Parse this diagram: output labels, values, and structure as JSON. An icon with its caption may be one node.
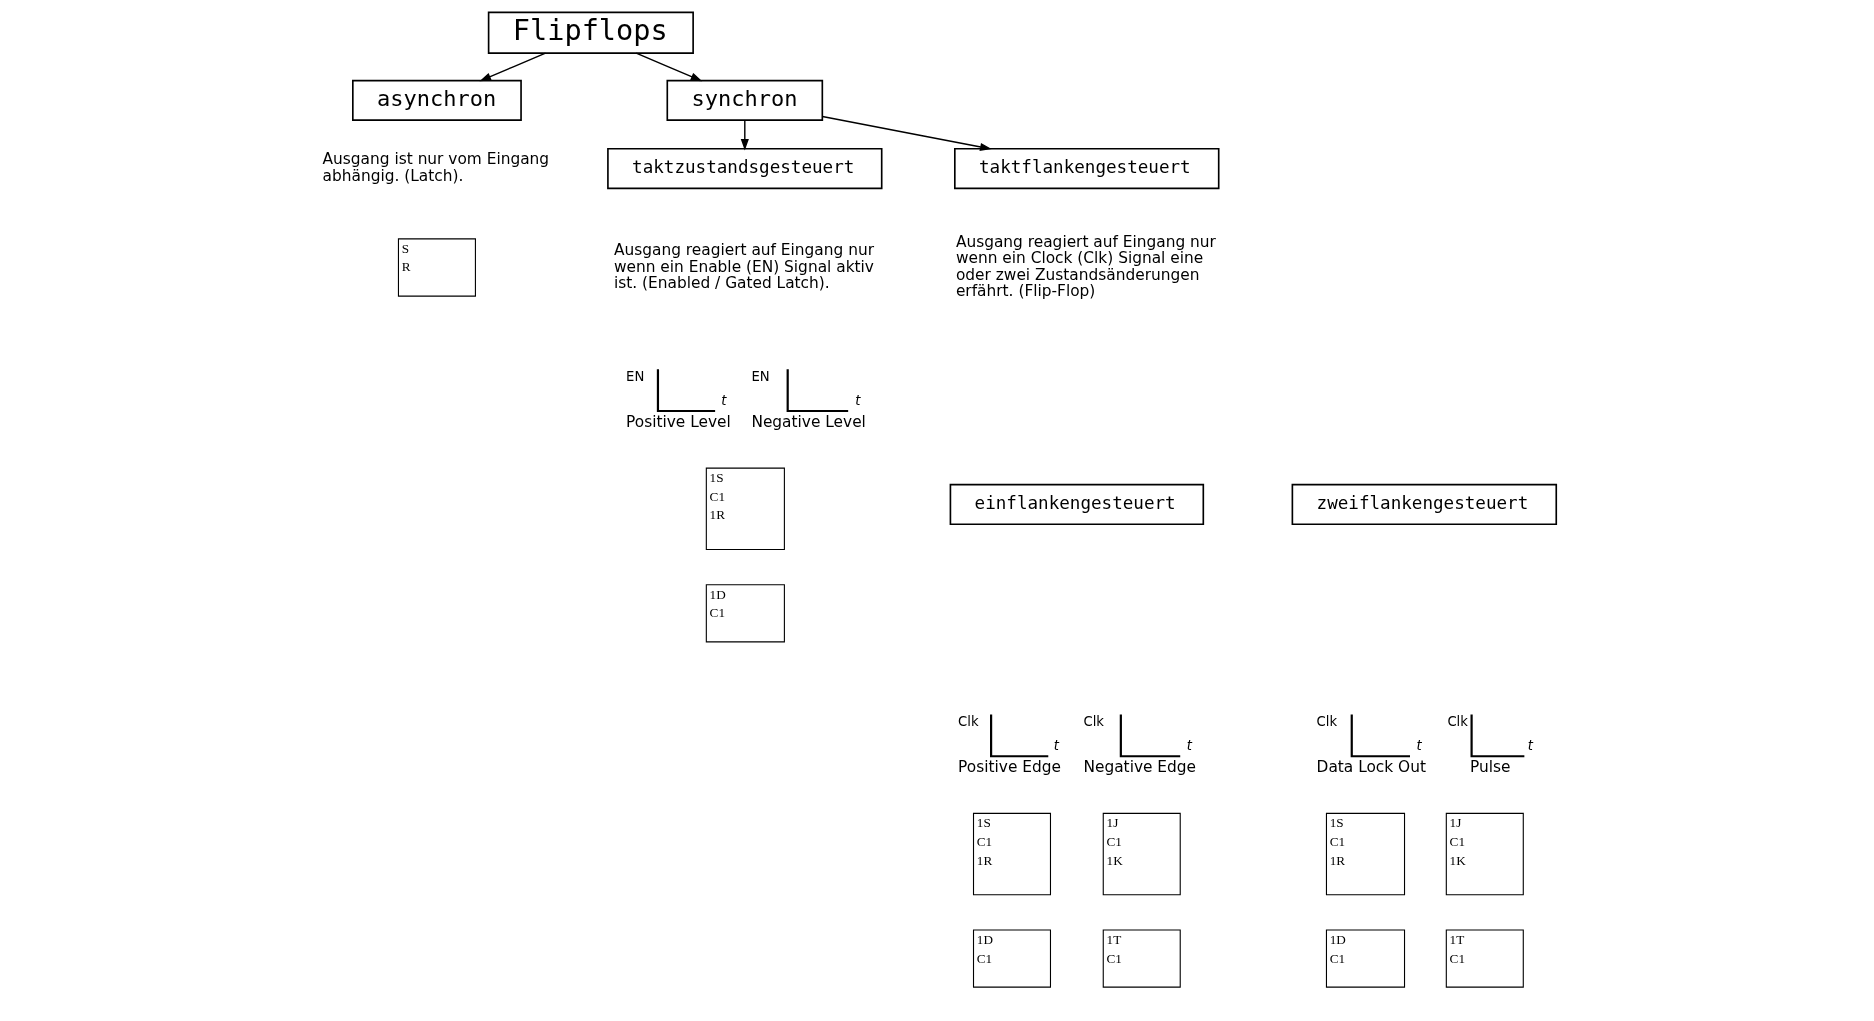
{
  "diagram": {
    "nodes": [
      {
        "text": [
          "Flipflops"
        ]
      },
      {
        "text": [
          "asynchron"
        ],
        "beside": [
          "Ausgang ist nur vom Eingang abhängig. (Latch)."
        ]
      },
      {
        "text": [
          "synchron"
        ]
      },
      {
        "text": [
          "taktzustandsgesteuert"
        ],
        "beside": [
          "Ausgang reagiert auf Eingang nur wenn ein Enable (EN) Signal aktiv ist. (Enabled / Gated Latch)."
        ]
      },
      {
        "text": [
          "taktflankengesteuert"
        ],
        "beside": [
          "Ausgang reagiert auf Eingang nur wenn ein Clock (Clk) Signal eine oder zwei Zustandsänderungen erfährt. (Flip-Flop)"
        ]
      },
      {
        "text": [
          "einflankengesteuert"
        ]
      },
      {
        "text": [
          "zweiflankengesteuert"
        ]
      }
    ],
    "edges": [
      {
        "from": 0,
        "to": 1,
        "arrow": "to"
      },
      {
        "from": 0,
        "to": 2,
        "arrow": "to"
      },
      {
        "from": 2,
        "to": 3,
        "arrow": "to"
      },
      {
        "from": 2,
        "to": 4,
        "arrow": "to"
      }
    ],
    "labels": [
      "S",
      "R",
      "EN",
      "t",
      "Positive Level",
      "EN",
      "t",
      "Negative Level",
      "1S",
      "C1",
      "1R",
      "1D",
      "C1",
      "Clk",
      "t",
      "Positive Edge",
      "Clk",
      "t",
      "Negative Edge",
      "1S",
      "C1",
      "1R",
      "1J",
      "C1",
      "1K",
      "1D",
      "C1",
      "1T",
      "C1",
      "Clk",
      "t",
      "Data Lock Out",
      "Clk",
      "t",
      "Pulse",
      "1S",
      "C1",
      "1R",
      "1J",
      "C1",
      "1K",
      "1D",
      "C1",
      "1T",
      "C1"
    ]
  }
}
